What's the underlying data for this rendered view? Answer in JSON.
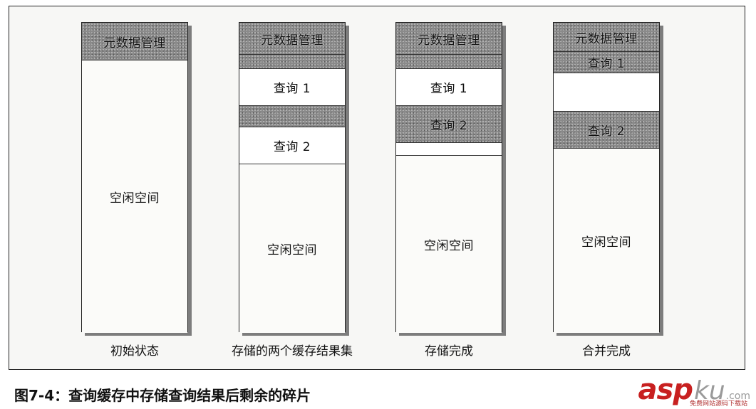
{
  "columns": [
    {
      "caption": "初始状态",
      "segments": [
        {
          "label": "元数据管理",
          "kind": "shaded",
          "h": 52
        },
        {
          "label": "空闲空间",
          "kind": "free",
          "h": 384
        }
      ]
    },
    {
      "caption": "存储的两个缓存结果集",
      "segments": [
        {
          "label": "元数据管理",
          "kind": "shaded",
          "h": 44
        },
        {
          "label": "",
          "kind": "shaded",
          "h": 20
        },
        {
          "label": "查询 1",
          "kind": "light",
          "h": 52
        },
        {
          "label": "",
          "kind": "shaded",
          "h": 30
        },
        {
          "label": "查询 2",
          "kind": "light",
          "h": 52
        },
        {
          "label": "空闲空间",
          "kind": "free",
          "h": 238
        }
      ]
    },
    {
      "caption": "存储完成",
      "segments": [
        {
          "label": "元数据管理",
          "kind": "shaded",
          "h": 44
        },
        {
          "label": "",
          "kind": "shaded",
          "h": 20
        },
        {
          "label": "查询 1",
          "kind": "light",
          "h": 52
        },
        {
          "label": "查询 2",
          "kind": "shaded",
          "h": 52
        },
        {
          "label": "",
          "kind": "light",
          "h": 18
        },
        {
          "label": "空闲空间",
          "kind": "free",
          "h": 250
        }
      ]
    },
    {
      "caption": "合并完成",
      "segments": [
        {
          "label": "元数据管理",
          "kind": "shaded",
          "h": 40
        },
        {
          "label": "查询 1",
          "kind": "shaded",
          "h": 30
        },
        {
          "label": "",
          "kind": "light",
          "h": 54
        },
        {
          "label": "查询 2",
          "kind": "shaded",
          "h": 52
        },
        {
          "label": "空闲空间",
          "kind": "free",
          "h": 260
        }
      ]
    }
  ],
  "figure_title": "图7-4：查询缓存中存储查询结果后剩余的碎片",
  "watermark": {
    "asp": "asp",
    "ku": "ku",
    "com": ".com",
    "sub": "免费网站源码下载站"
  }
}
